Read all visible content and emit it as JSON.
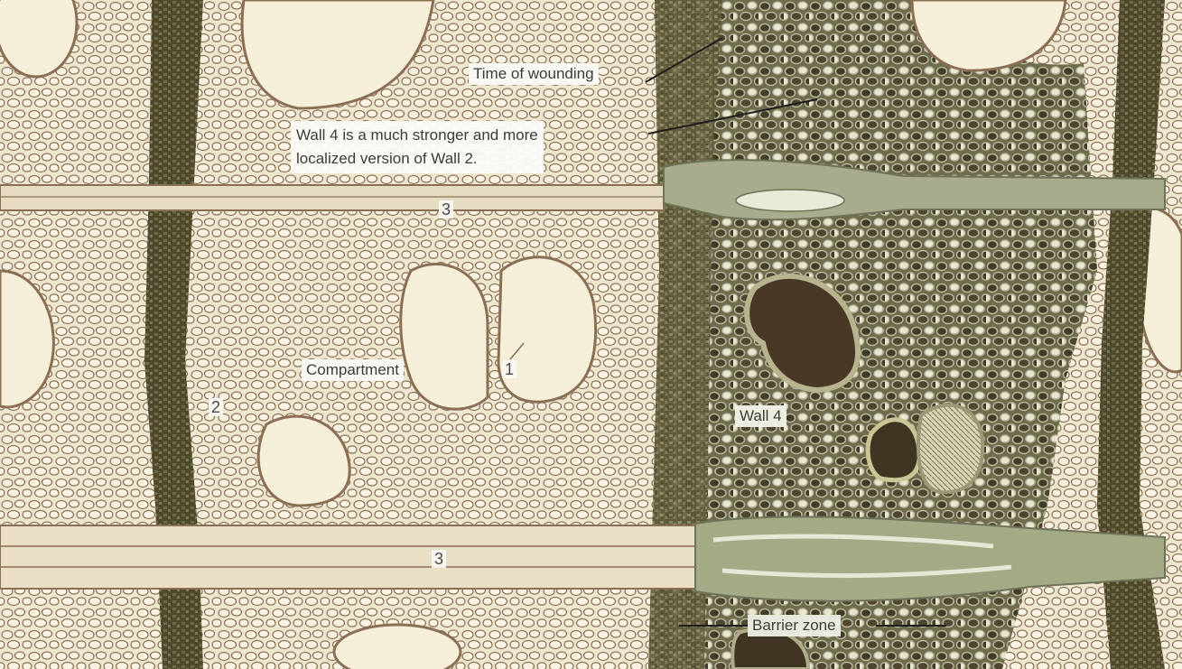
{
  "labels": {
    "time_of_wounding": "Time of wounding",
    "wall4_note_line1": "Wall 4 is a much stronger and more",
    "wall4_note_line2": "localized version of Wall 2.",
    "compartment": "Compartment",
    "wall4": "Wall 4",
    "barrier_zone": "Barrier zone"
  },
  "wall_numbers": {
    "wall1": "1",
    "wall2": "2",
    "wall3_upper": "3",
    "wall3_lower": "3"
  },
  "colors": {
    "background_paper": "#efe6cf",
    "healthy_cell_fill": "#f7f1de",
    "healthy_cell_outline": "#8a6f54",
    "ray_tissue": "#4f4a2b",
    "discolored_wood": "#5b5a3d",
    "decayed_cell_fill": "#3e3220",
    "green_ray": "#a7ad8c",
    "vessel_dark": "#6a4c35",
    "leader_line": "#1f1f1d"
  }
}
